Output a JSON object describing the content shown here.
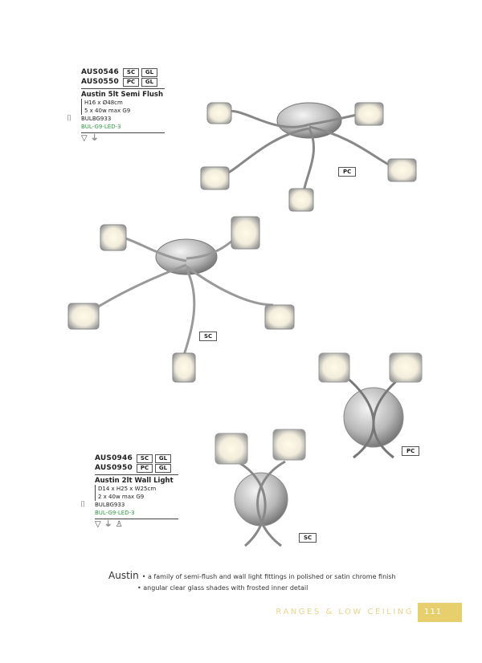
{
  "product_1": {
    "codes": [
      {
        "code": "AUS0546",
        "finish": "SC",
        "type": "GL"
      },
      {
        "code": "AUS0550",
        "finish": "PC",
        "type": "GL"
      }
    ],
    "title": "Austin 5lt Semi Flush",
    "dimensions": "H16 x Ø48cm",
    "lamp": "5 x 40w max G9",
    "bulb": "BULBG933",
    "led": "BUL-G9-LED-3",
    "icons": [
      "f-mark-icon",
      "earth-icon"
    ]
  },
  "product_2": {
    "codes": [
      {
        "code": "AUS0946",
        "finish": "SC",
        "type": "GL"
      },
      {
        "code": "AUS0950",
        "finish": "PC",
        "type": "GL"
      }
    ],
    "title": "Austin 2lt Wall Light",
    "dimensions": "D14 x H25 x W25cm",
    "lamp": "2 x 40w max G9",
    "bulb": "BULBG933",
    "led": "BUL-G9-LED-3",
    "icons": [
      "f-mark-icon",
      "earth-icon",
      "switch-icon"
    ]
  },
  "image_labels": {
    "semi_pc": "PC",
    "semi_sc": "SC",
    "wall_pc": "PC",
    "wall_sc": "SC"
  },
  "description": {
    "name": "Austin",
    "bullets": [
      "• a family of semi-flush and wall light fittings in polished or satin chrome finish",
      "• angular clear glass shades with frosted inner detail"
    ]
  },
  "footer": {
    "section": "RANGES & LOW CEILING",
    "page": "111",
    "accent": "#e8cf6e"
  }
}
